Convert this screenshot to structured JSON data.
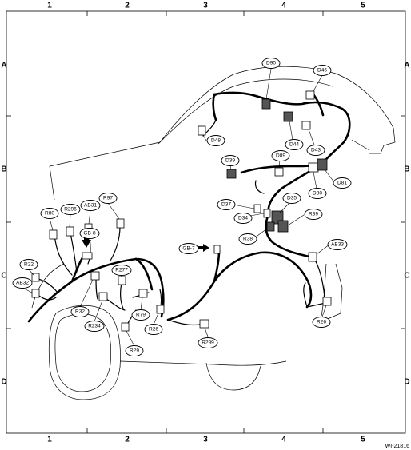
{
  "grid": {
    "columns": [
      "1",
      "2",
      "3",
      "4",
      "5"
    ],
    "rows": [
      "A",
      "B",
      "C",
      "D"
    ]
  },
  "labels": {
    "D90": "D90",
    "D46": "D46",
    "D48": "D48",
    "D44": "D44",
    "D43": "D43",
    "D89": "D89",
    "D39": "D39",
    "D80": "D80",
    "D81": "D81",
    "D35": "D35",
    "D37": "D37",
    "D34": "D34",
    "R39": "R39",
    "R38": "R38",
    "AB33": "AB33",
    "R26a": "R26",
    "R26b": "R26",
    "R299": "R299",
    "GB7": "GB-7",
    "GB8": "GB-8",
    "R80": "R80",
    "R296": "R296",
    "AB31": "AB31",
    "R97": "R97",
    "R22": "R22",
    "AB32": "AB32",
    "R277": "R277",
    "R32": "R32",
    "R234": "R234",
    "R79": "R79",
    "R29": "R29"
  },
  "reference_id": "WI-21816"
}
